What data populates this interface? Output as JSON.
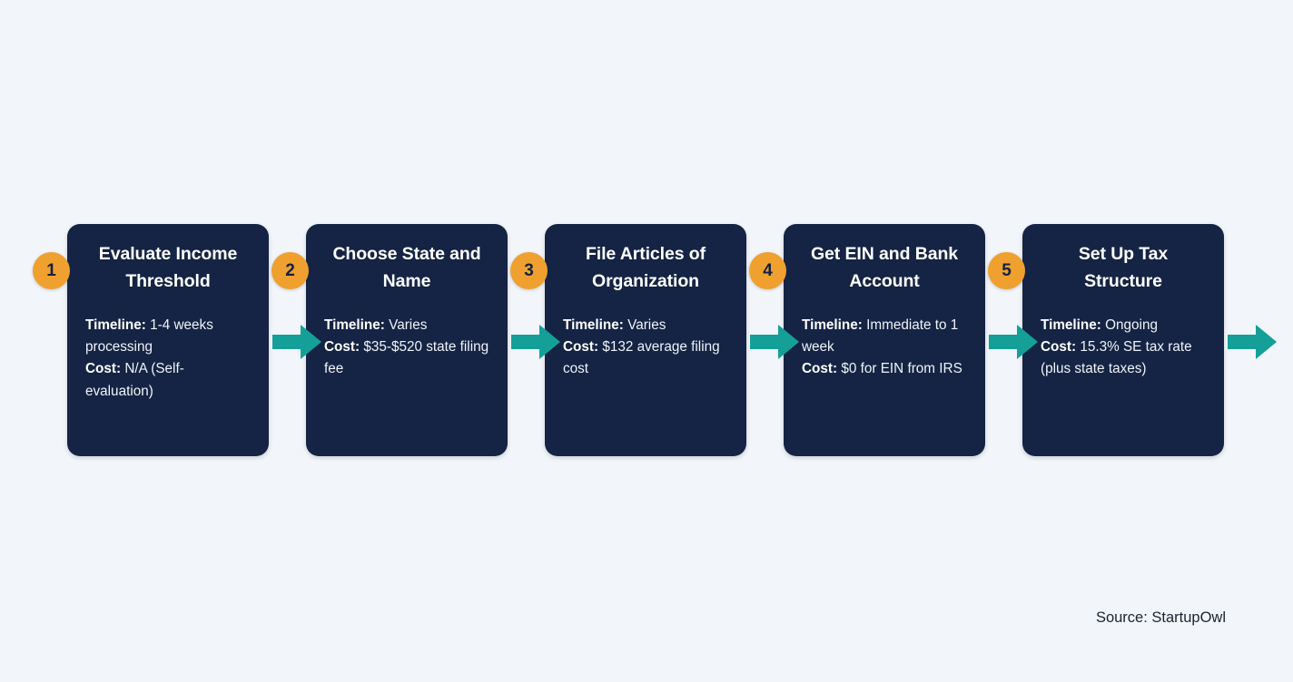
{
  "theme": {
    "background": "#f2f5f9",
    "card_navy": "#152444",
    "badge_orange": "#f0a02e",
    "arrow_teal": "#14a098",
    "title_white": "#ffffff"
  },
  "flow": {
    "steps": [
      {
        "number": "1",
        "title": "Evaluate Income Threshold",
        "timeline_label": "Timeline:",
        "timeline_value": "1-4 weeks processing",
        "cost_label": "Cost:",
        "cost_value": "N/A (Self-evaluation)"
      },
      {
        "number": "2",
        "title": "Choose State and Name",
        "timeline_label": "Timeline:",
        "timeline_value": "Varies",
        "cost_label": "Cost:",
        "cost_value": "$35-$520 state filing fee"
      },
      {
        "number": "3",
        "title": "File Articles of Organization",
        "timeline_label": "Timeline:",
        "timeline_value": "Varies",
        "cost_label": "Cost:",
        "cost_value": "$132 average filing cost"
      },
      {
        "number": "4",
        "title": "Get EIN and Bank Account",
        "timeline_label": "Timeline:",
        "timeline_value": "Immediate to 1 week",
        "cost_label": "Cost:",
        "cost_value": "$0 for EIN from IRS"
      },
      {
        "number": "5",
        "title": "Set Up Tax Structure",
        "timeline_label": "Timeline:",
        "timeline_value": "Ongoing",
        "cost_label": "Cost:",
        "cost_value": "15.3% SE tax rate (plus state taxes)"
      }
    ],
    "arrow_icon": "right-arrow-icon",
    "arrow_count": 5
  },
  "footer": {
    "source": "Source: StartupOwl"
  }
}
